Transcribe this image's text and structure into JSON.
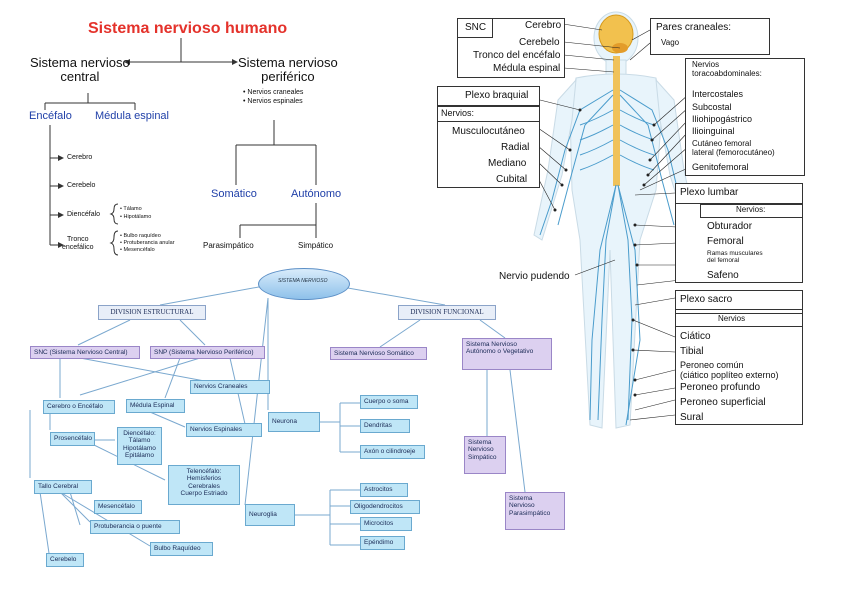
{
  "top_left": {
    "title": "Sistema nervioso humano",
    "central": "Sistema nervioso\ncentral",
    "peripheral": "Sistema nervioso\nperiférico",
    "peripheral_items": [
      "Nervios craneales",
      "Nervios espinales"
    ],
    "encefalo": "Encéfalo",
    "medula": "Médula espinal",
    "encefalo_items": [
      "Cerebro",
      "Cerebelo",
      "Diencéfalo",
      "Tronco\nencefálico"
    ],
    "diencefalo_items": [
      "Tálamo",
      "Hipotálamo"
    ],
    "tronco_items": [
      "Bulbo raquídeo",
      "Protuberancia anular",
      "Mesencéfalo"
    ],
    "somatico": "Somático",
    "autonomo": "Autónomo",
    "parasimpatico": "Parasimpático",
    "simpatico": "Simpático"
  },
  "concept_map": {
    "root": "SISTEMA NERVIOSO",
    "div_estructural": "DIVISION ESTRUCTURAL",
    "div_funcional": "DIVISION FUNCIONAL",
    "snc": "SNC (Sistema Nervioso Central)",
    "snp": "SNP (Sistema Nervioso Periférico)",
    "somatico": "Sistema Nervioso Somático",
    "autonomo": "Sistema Nervioso\nAutónomo o Vegetativo",
    "nervios_craneales": "Nervios Craneales",
    "nervios_espinales": "Nervios Espinales",
    "cerebro": "Cerebro o Encéfalo",
    "medula": "Médula Espinal",
    "prosencefalo": "Prosencéfalo",
    "diencefalo": "Diencéfalo:\nTálamo\nHipotálamo\nEpitálamo",
    "telencefalo": "Telencéfalo:\nHemisferios\nCerebrales\nCuerpo Estriado",
    "tallo": "Tallo Cerebral",
    "mesencefalo": "Mesencéfalo",
    "protuberancia": "Protuberancia o puente",
    "bulbo": "Bulbo Raquídeo",
    "cerebelo": "Cerebelo",
    "neurona": "Neurona",
    "cuerpo": "Cuerpo o soma",
    "dendritas": "Dendritas",
    "axon": "Axón o cilindroeje",
    "neuroglia": "Neuroglia",
    "astrocitos": "Astrocitos",
    "oligodendrocitos": "Oligodendrocitos",
    "microcitos": "Microcitos",
    "ependimo": "Epéndimo",
    "simpatico": "Sistema\nNervioso\nSimpático",
    "parasimpatico": "Sistema\nNervioso\nParasimpático"
  },
  "anatomy": {
    "snc": "SNC",
    "snc_items": [
      "Cerebro",
      "Cerebelo",
      "Tronco del encéfalo",
      "Médula espinal"
    ],
    "pares": "Pares craneales:",
    "vago": "Vago",
    "nervios_toraco": "Nervios\ntoracoabdominales:",
    "toraco_items": [
      "Intercostales",
      "Subcostal",
      "Iliohipogástrico",
      "Ilioinguinal",
      "Cutáneo femoral\nlateral (femorocutáneo)",
      "Genitofemoral"
    ],
    "plexo_braquial": "Plexo braquial",
    "nervios": "Nervios:",
    "braquial_items": [
      "Musculocutáneo",
      "Radial",
      "Mediano",
      "Cubital"
    ],
    "plexo_lumbar": "Plexo lumbar",
    "lumbar_nervios": "Nervios:",
    "lumbar_items": [
      "Obturador",
      "Femoral",
      "Ramas musculares\ndel femoral",
      "Safeno"
    ],
    "pudendo": "Nervio pudendo",
    "plexo_sacro": "Plexo sacro",
    "sacro_nervios": "Nervios",
    "sacro_items": [
      "Ciático",
      "Tibial",
      "Peroneo común\n(ciático poplíteo externo)",
      "Peroneo profundo",
      "Peroneo superficial",
      "Sural"
    ]
  }
}
